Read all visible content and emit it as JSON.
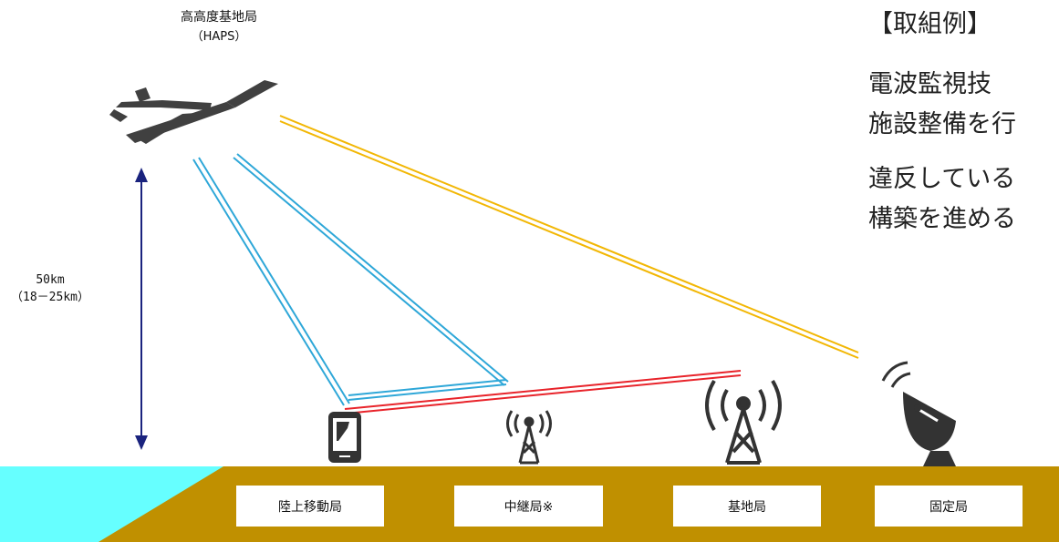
{
  "haps": {
    "title": "高高度基地局",
    "subtitle": "（HAPS）"
  },
  "altitude": {
    "main": "50km",
    "range": "（18－25km）"
  },
  "right_text": {
    "heading": "【取組例】",
    "line1": "電波監視技",
    "line2": "施設整備を行",
    "line3": "違反している",
    "line4": "構築を進める"
  },
  "stations": [
    {
      "label": "陸上移動局",
      "icon": "smartphone-icon"
    },
    {
      "label": "中継局※",
      "icon": "relay-tower-icon"
    },
    {
      "label": "基地局",
      "icon": "base-station-tower-icon"
    },
    {
      "label": "固定局",
      "icon": "satellite-dish-icon"
    }
  ],
  "colors": {
    "ground": "#C09000",
    "water": "#66FFFF",
    "link_blue": "#2EA7D8",
    "link_yellow": "#F2B705",
    "link_red": "#E8232A",
    "arrow": "#1A237E",
    "aircraft": "#404040"
  }
}
